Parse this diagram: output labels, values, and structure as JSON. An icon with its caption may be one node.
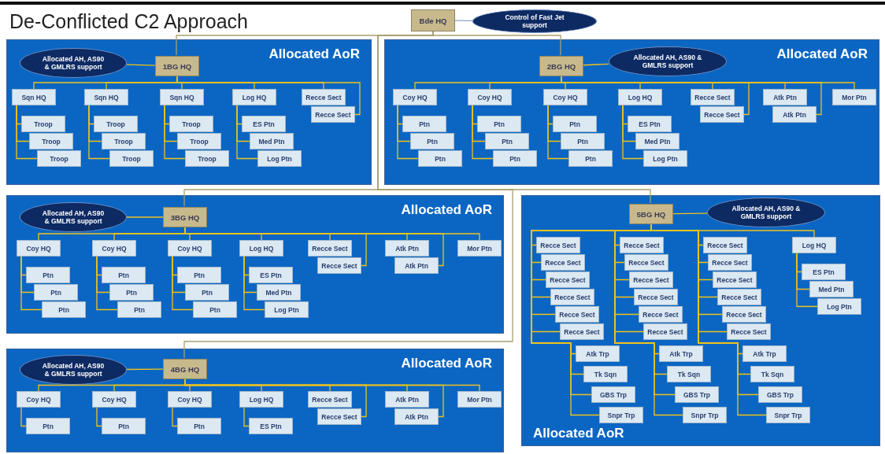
{
  "diagram": {
    "title": "De-Conflicted C2 Approach",
    "nodes": [
      {
        "text": [
          "Bde HQ"
        ]
      },
      {
        "text": [
          "Control of Fast Jet support"
        ]
      },
      {
        "text": [
          "Allocated AoR"
        ]
      },
      {
        "text": [
          "Allocated AH, AS90 & GMLRS support"
        ],
        "in": 2
      },
      {
        "text": [
          "1BG HQ"
        ],
        "in": 2
      },
      {
        "text": [
          "Sqn HQ"
        ],
        "in": 2
      },
      {
        "text": [
          "Sqn HQ"
        ],
        "in": 2
      },
      {
        "text": [
          "Sqn HQ"
        ],
        "in": 2
      },
      {
        "text": [
          "Log HQ"
        ],
        "in": 2
      },
      {
        "text": [
          "Recce Sect"
        ],
        "in": 2
      },
      {
        "text": [
          "Recce Sect"
        ],
        "in": 2
      },
      {
        "text": [
          "Troop"
        ],
        "in": 2
      },
      {
        "text": [
          "Troop"
        ],
        "in": 2
      },
      {
        "text": [
          "Troop"
        ],
        "in": 2
      },
      {
        "text": [
          "Troop"
        ],
        "in": 2
      },
      {
        "text": [
          "Troop"
        ],
        "in": 2
      },
      {
        "text": [
          "Troop"
        ],
        "in": 2
      },
      {
        "text": [
          "Troop"
        ],
        "in": 2
      },
      {
        "text": [
          "Troop"
        ],
        "in": 2
      },
      {
        "text": [
          "Troop"
        ],
        "in": 2
      },
      {
        "text": [
          "ES Ptn"
        ],
        "in": 2
      },
      {
        "text": [
          "Med Ptn"
        ],
        "in": 2
      },
      {
        "text": [
          "Log Ptn"
        ],
        "in": 2
      },
      {
        "text": [
          "Allocated AoR"
        ]
      },
      {
        "text": [
          "2BG HQ"
        ],
        "in": 23
      },
      {
        "text": [
          "Allocated AH, AS90 & GMLRS support"
        ],
        "in": 23
      },
      {
        "text": [
          "Coy HQ"
        ],
        "in": 23
      },
      {
        "text": [
          "Coy HQ"
        ],
        "in": 23
      },
      {
        "text": [
          "Coy HQ"
        ],
        "in": 23
      },
      {
        "text": [
          "Log HQ"
        ],
        "in": 23
      },
      {
        "text": [
          "Recce Sect"
        ],
        "in": 23
      },
      {
        "text": [
          "Recce Sect"
        ],
        "in": 23
      },
      {
        "text": [
          "Atk Ptn"
        ],
        "in": 23
      },
      {
        "text": [
          "Atk Ptn"
        ],
        "in": 23
      },
      {
        "text": [
          "Mor Ptn"
        ],
        "in": 23
      },
      {
        "text": [
          "Ptn"
        ],
        "in": 23
      },
      {
        "text": [
          "Ptn"
        ],
        "in": 23
      },
      {
        "text": [
          "Ptn"
        ],
        "in": 23
      },
      {
        "text": [
          "Ptn"
        ],
        "in": 23
      },
      {
        "text": [
          "Ptn"
        ],
        "in": 23
      },
      {
        "text": [
          "Ptn"
        ],
        "in": 23
      },
      {
        "text": [
          "Ptn"
        ],
        "in": 23
      },
      {
        "text": [
          "Ptn"
        ],
        "in": 23
      },
      {
        "text": [
          "Ptn"
        ],
        "in": 23
      },
      {
        "text": [
          "ES Ptn"
        ],
        "in": 23
      },
      {
        "text": [
          "Med Ptn"
        ],
        "in": 23
      },
      {
        "text": [
          "Log Ptn"
        ],
        "in": 23
      },
      {
        "text": [
          "Allocated AoR"
        ]
      },
      {
        "text": [
          "Allocated AH, AS90 & GMLRS support"
        ],
        "in": 47
      },
      {
        "text": [
          "3BG HQ"
        ],
        "in": 47
      },
      {
        "text": [
          "Coy HQ"
        ],
        "in": 47
      },
      {
        "text": [
          "Coy HQ"
        ],
        "in": 47
      },
      {
        "text": [
          "Coy HQ"
        ],
        "in": 47
      },
      {
        "text": [
          "Log HQ"
        ],
        "in": 47
      },
      {
        "text": [
          "Recce Sect"
        ],
        "in": 47
      },
      {
        "text": [
          "Recce Sect"
        ],
        "in": 47
      },
      {
        "text": [
          "Atk Ptn"
        ],
        "in": 47
      },
      {
        "text": [
          "Atk Ptn"
        ],
        "in": 47
      },
      {
        "text": [
          "Mor Ptn"
        ],
        "in": 47
      },
      {
        "text": [
          "Ptn"
        ],
        "in": 47
      },
      {
        "text": [
          "Ptn"
        ],
        "in": 47
      },
      {
        "text": [
          "Ptn"
        ],
        "in": 47
      },
      {
        "text": [
          "Ptn"
        ],
        "in": 47
      },
      {
        "text": [
          "Ptn"
        ],
        "in": 47
      },
      {
        "text": [
          "Ptn"
        ],
        "in": 47
      },
      {
        "text": [
          "Ptn"
        ],
        "in": 47
      },
      {
        "text": [
          "Ptn"
        ],
        "in": 47
      },
      {
        "text": [
          "Ptn"
        ],
        "in": 47
      },
      {
        "text": [
          "ES Ptn"
        ],
        "in": 47
      },
      {
        "text": [
          "Med Ptn"
        ],
        "in": 47
      },
      {
        "text": [
          "Log Ptn"
        ],
        "in": 47
      },
      {
        "text": [
          "Allocated AoR"
        ]
      },
      {
        "text": [
          "Allocated AH, AS90 & GMLRS support"
        ],
        "in": 71
      },
      {
        "text": [
          "4BG HQ"
        ],
        "in": 71
      },
      {
        "text": [
          "Coy HQ"
        ],
        "in": 71
      },
      {
        "text": [
          "Coy HQ"
        ],
        "in": 71
      },
      {
        "text": [
          "Coy HQ"
        ],
        "in": 71
      },
      {
        "text": [
          "Log HQ"
        ],
        "in": 71
      },
      {
        "text": [
          "Recce Sect"
        ],
        "in": 71
      },
      {
        "text": [
          "Recce Sect"
        ],
        "in": 71
      },
      {
        "text": [
          "Atk Ptn"
        ],
        "in": 71
      },
      {
        "text": [
          "Atk Ptn"
        ],
        "in": 71
      },
      {
        "text": [
          "Mor Ptn"
        ],
        "in": 71
      },
      {
        "text": [
          "Ptn"
        ],
        "in": 71
      },
      {
        "text": [
          "Ptn"
        ],
        "in": 71
      },
      {
        "text": [
          "Ptn"
        ],
        "in": 71
      },
      {
        "text": [
          "ES Ptn"
        ],
        "in": 71
      },
      {
        "text": [
          "Allocated AoR"
        ]
      },
      {
        "text": [
          "5BG HQ"
        ],
        "in": 87
      },
      {
        "text": [
          "Allocated AH, AS90 & GMLRS support"
        ],
        "in": 87
      },
      {
        "text": [
          "Recce Sect"
        ],
        "in": 87
      },
      {
        "text": [
          "Recce Sect"
        ],
        "in": 87
      },
      {
        "text": [
          "Recce Sect"
        ],
        "in": 87
      },
      {
        "text": [
          "Recce Sect"
        ],
        "in": 87
      },
      {
        "text": [
          "Recce Sect"
        ],
        "in": 87
      },
      {
        "text": [
          "Recce Sect"
        ],
        "in": 87
      },
      {
        "text": [
          "Recce Sect"
        ],
        "in": 87
      },
      {
        "text": [
          "Recce Sect"
        ],
        "in": 87
      },
      {
        "text": [
          "Recce Sect"
        ],
        "in": 87
      },
      {
        "text": [
          "Recce Sect"
        ],
        "in": 87
      },
      {
        "text": [
          "Recce Sect"
        ],
        "in": 87
      },
      {
        "text": [
          "Recce Sect"
        ],
        "in": 87
      },
      {
        "text": [
          "Recce Sect"
        ],
        "in": 87
      },
      {
        "text": [
          "Recce Sect"
        ],
        "in": 87
      },
      {
        "text": [
          "Recce Sect"
        ],
        "in": 87
      },
      {
        "text": [
          "Recce Sect"
        ],
        "in": 87
      },
      {
        "text": [
          "Recce Sect"
        ],
        "in": 87
      },
      {
        "text": [
          "Recce Sect"
        ],
        "in": 87
      },
      {
        "text": [
          "Log HQ"
        ],
        "in": 87
      },
      {
        "text": [
          "Atk Trp"
        ],
        "in": 87
      },
      {
        "text": [
          "Atk Trp"
        ],
        "in": 87
      },
      {
        "text": [
          "Atk Trp"
        ],
        "in": 87
      },
      {
        "text": [
          "Tk Sqn"
        ],
        "in": 87
      },
      {
        "text": [
          "Tk Sqn"
        ],
        "in": 87
      },
      {
        "text": [
          "Tk Sqn"
        ],
        "in": 87
      },
      {
        "text": [
          "GBS Trp"
        ],
        "in": 87
      },
      {
        "text": [
          "GBS Trp"
        ],
        "in": 87
      },
      {
        "text": [
          "GBS Trp"
        ],
        "in": 87
      },
      {
        "text": [
          "Snpr Trp"
        ],
        "in": 87
      },
      {
        "text": [
          "Snpr Trp"
        ],
        "in": 87
      },
      {
        "text": [
          "Snpr Trp"
        ],
        "in": 87
      },
      {
        "text": [
          "ES Ptn"
        ],
        "in": 87
      },
      {
        "text": [
          "Med Ptn"
        ],
        "in": 87
      },
      {
        "text": [
          "Log Ptn"
        ],
        "in": 87
      }
    ],
    "edges": [
      {
        "from": 0,
        "to": 1,
        "arrow": "none",
        "color": "#8ea3bf"
      },
      {
        "from": 0,
        "to": 4,
        "arrow": "none",
        "color": "#a8a070"
      },
      {
        "from": 0,
        "to": 24,
        "arrow": "none",
        "color": "#a8a070"
      },
      {
        "from": 0,
        "to": 49,
        "arrow": "none",
        "color": "#a8a070"
      },
      {
        "from": 0,
        "to": 73,
        "arrow": "none",
        "color": "#a8a070"
      },
      {
        "from": 0,
        "to": 88,
        "arrow": "none",
        "color": "#a8a070"
      },
      {
        "from": 4,
        "to": 3,
        "arrow": "none"
      },
      {
        "from": 4,
        "to": 5,
        "arrow": "none"
      },
      {
        "from": 4,
        "to": 6,
        "arrow": "none"
      },
      {
        "from": 4,
        "to": 7,
        "arrow": "none"
      },
      {
        "from": 4,
        "to": 8,
        "arrow": "none"
      },
      {
        "from": 4,
        "to": 9,
        "arrow": "none"
      },
      {
        "from": 4,
        "to": 10,
        "arrow": "none"
      },
      {
        "from": 5,
        "to": 11,
        "arrow": "none"
      },
      {
        "from": 5,
        "to": 12,
        "arrow": "none"
      },
      {
        "from": 5,
        "to": 13,
        "arrow": "none"
      },
      {
        "from": 6,
        "to": 14,
        "arrow": "none"
      },
      {
        "from": 6,
        "to": 15,
        "arrow": "none"
      },
      {
        "from": 6,
        "to": 16,
        "arrow": "none"
      },
      {
        "from": 7,
        "to": 17,
        "arrow": "none"
      },
      {
        "from": 7,
        "to": 18,
        "arrow": "none"
      },
      {
        "from": 7,
        "to": 19,
        "arrow": "none"
      },
      {
        "from": 8,
        "to": 20,
        "arrow": "none"
      },
      {
        "from": 8,
        "to": 21,
        "arrow": "none"
      },
      {
        "from": 8,
        "to": 22,
        "arrow": "none"
      },
      {
        "from": 24,
        "to": 25,
        "arrow": "none"
      },
      {
        "from": 24,
        "to": 26,
        "arrow": "none"
      },
      {
        "from": 24,
        "to": 27,
        "arrow": "none"
      },
      {
        "from": 24,
        "to": 28,
        "arrow": "none"
      },
      {
        "from": 24,
        "to": 29,
        "arrow": "none"
      },
      {
        "from": 24,
        "to": 30,
        "arrow": "none"
      },
      {
        "from": 24,
        "to": 31,
        "arrow": "none"
      },
      {
        "from": 24,
        "to": 32,
        "arrow": "none"
      },
      {
        "from": 24,
        "to": 33,
        "arrow": "none"
      },
      {
        "from": 24,
        "to": 34,
        "arrow": "none"
      },
      {
        "from": 26,
        "to": 35,
        "arrow": "none"
      },
      {
        "from": 26,
        "to": 36,
        "arrow": "none"
      },
      {
        "from": 26,
        "to": 37,
        "arrow": "none"
      },
      {
        "from": 27,
        "to": 38,
        "arrow": "none"
      },
      {
        "from": 27,
        "to": 39,
        "arrow": "none"
      },
      {
        "from": 27,
        "to": 40,
        "arrow": "none"
      },
      {
        "from": 28,
        "to": 41,
        "arrow": "none"
      },
      {
        "from": 28,
        "to": 42,
        "arrow": "none"
      },
      {
        "from": 28,
        "to": 43,
        "arrow": "none"
      },
      {
        "from": 29,
        "to": 44,
        "arrow": "none"
      },
      {
        "from": 29,
        "to": 45,
        "arrow": "none"
      },
      {
        "from": 29,
        "to": 46,
        "arrow": "none"
      },
      {
        "from": 49,
        "to": 48,
        "arrow": "none"
      },
      {
        "from": 49,
        "to": 50,
        "arrow": "none"
      },
      {
        "from": 49,
        "to": 51,
        "arrow": "none"
      },
      {
        "from": 49,
        "to": 52,
        "arrow": "none"
      },
      {
        "from": 49,
        "to": 53,
        "arrow": "none"
      },
      {
        "from": 49,
        "to": 54,
        "arrow": "none"
      },
      {
        "from": 49,
        "to": 55,
        "arrow": "none"
      },
      {
        "from": 49,
        "to": 56,
        "arrow": "none"
      },
      {
        "from": 49,
        "to": 57,
        "arrow": "none"
      },
      {
        "from": 49,
        "to": 58,
        "arrow": "none"
      },
      {
        "from": 50,
        "to": 59,
        "arrow": "none"
      },
      {
        "from": 50,
        "to": 60,
        "arrow": "none"
      },
      {
        "from": 50,
        "to": 61,
        "arrow": "none"
      },
      {
        "from": 51,
        "to": 62,
        "arrow": "none"
      },
      {
        "from": 51,
        "to": 63,
        "arrow": "none"
      },
      {
        "from": 51,
        "to": 64,
        "arrow": "none"
      },
      {
        "from": 52,
        "to": 65,
        "arrow": "none"
      },
      {
        "from": 52,
        "to": 66,
        "arrow": "none"
      },
      {
        "from": 52,
        "to": 67,
        "arrow": "none"
      },
      {
        "from": 53,
        "to": 68,
        "arrow": "none"
      },
      {
        "from": 53,
        "to": 69,
        "arrow": "none"
      },
      {
        "from": 53,
        "to": 70,
        "arrow": "none"
      },
      {
        "from": 73,
        "to": 72,
        "arrow": "none"
      },
      {
        "from": 73,
        "to": 74,
        "arrow": "none"
      },
      {
        "from": 73,
        "to": 75,
        "arrow": "none"
      },
      {
        "from": 73,
        "to": 76,
        "arrow": "none"
      },
      {
        "from": 73,
        "to": 77,
        "arrow": "none"
      },
      {
        "from": 73,
        "to": 78,
        "arrow": "none"
      },
      {
        "from": 73,
        "to": 79,
        "arrow": "none"
      },
      {
        "from": 73,
        "to": 80,
        "arrow": "none"
      },
      {
        "from": 73,
        "to": 81,
        "arrow": "none"
      },
      {
        "from": 73,
        "to": 82,
        "arrow": "none"
      },
      {
        "from": 74,
        "to": 83,
        "arrow": "none"
      },
      {
        "from": 75,
        "to": 84,
        "arrow": "none"
      },
      {
        "from": 76,
        "to": 85,
        "arrow": "none"
      },
      {
        "from": 77,
        "to": 86,
        "arrow": "none"
      },
      {
        "from": 88,
        "to": 89,
        "arrow": "none"
      },
      {
        "from": 88,
        "to": 90,
        "arrow": "none"
      },
      {
        "from": 88,
        "to": 91,
        "arrow": "none"
      },
      {
        "from": 88,
        "to": 92,
        "arrow": "none"
      },
      {
        "from": 88,
        "to": 93,
        "arrow": "none"
      },
      {
        "from": 88,
        "to": 94,
        "arrow": "none"
      },
      {
        "from": 88,
        "to": 95,
        "arrow": "none"
      },
      {
        "from": 88,
        "to": 96,
        "arrow": "none"
      },
      {
        "from": 88,
        "to": 97,
        "arrow": "none"
      },
      {
        "from": 88,
        "to": 98,
        "arrow": "none"
      },
      {
        "from": 88,
        "to": 99,
        "arrow": "none"
      },
      {
        "from": 88,
        "to": 100,
        "arrow": "none"
      },
      {
        "from": 88,
        "to": 101,
        "arrow": "none"
      },
      {
        "from": 88,
        "to": 102,
        "arrow": "none"
      },
      {
        "from": 88,
        "to": 103,
        "arrow": "none"
      },
      {
        "from": 88,
        "to": 104,
        "arrow": "none"
      },
      {
        "from": 88,
        "to": 105,
        "arrow": "none"
      },
      {
        "from": 88,
        "to": 106,
        "arrow": "none"
      },
      {
        "from": 88,
        "to": 107,
        "arrow": "none"
      },
      {
        "from": 88,
        "to": 108,
        "arrow": "none"
      },
      {
        "from": 88,
        "to": 109,
        "arrow": "none"
      },
      {
        "from": 88,
        "to": 110,
        "arrow": "none"
      },
      {
        "from": 88,
        "to": 111,
        "arrow": "none"
      },
      {
        "from": 88,
        "to": 112,
        "arrow": "none"
      },
      {
        "from": 88,
        "to": 113,
        "arrow": "none"
      },
      {
        "from": 88,
        "to": 114,
        "arrow": "none"
      },
      {
        "from": 88,
        "to": 115,
        "arrow": "none"
      },
      {
        "from": 88,
        "to": 116,
        "arrow": "none"
      },
      {
        "from": 88,
        "to": 117,
        "arrow": "none"
      },
      {
        "from": 88,
        "to": 118,
        "arrow": "none"
      },
      {
        "from": 88,
        "to": 119,
        "arrow": "none"
      },
      {
        "from": 88,
        "to": 120,
        "arrow": "none"
      },
      {
        "from": 108,
        "to": 121,
        "arrow": "none"
      },
      {
        "from": 108,
        "to": 122,
        "arrow": "none"
      },
      {
        "from": 108,
        "to": 123,
        "arrow": "none"
      }
    ]
  }
}
